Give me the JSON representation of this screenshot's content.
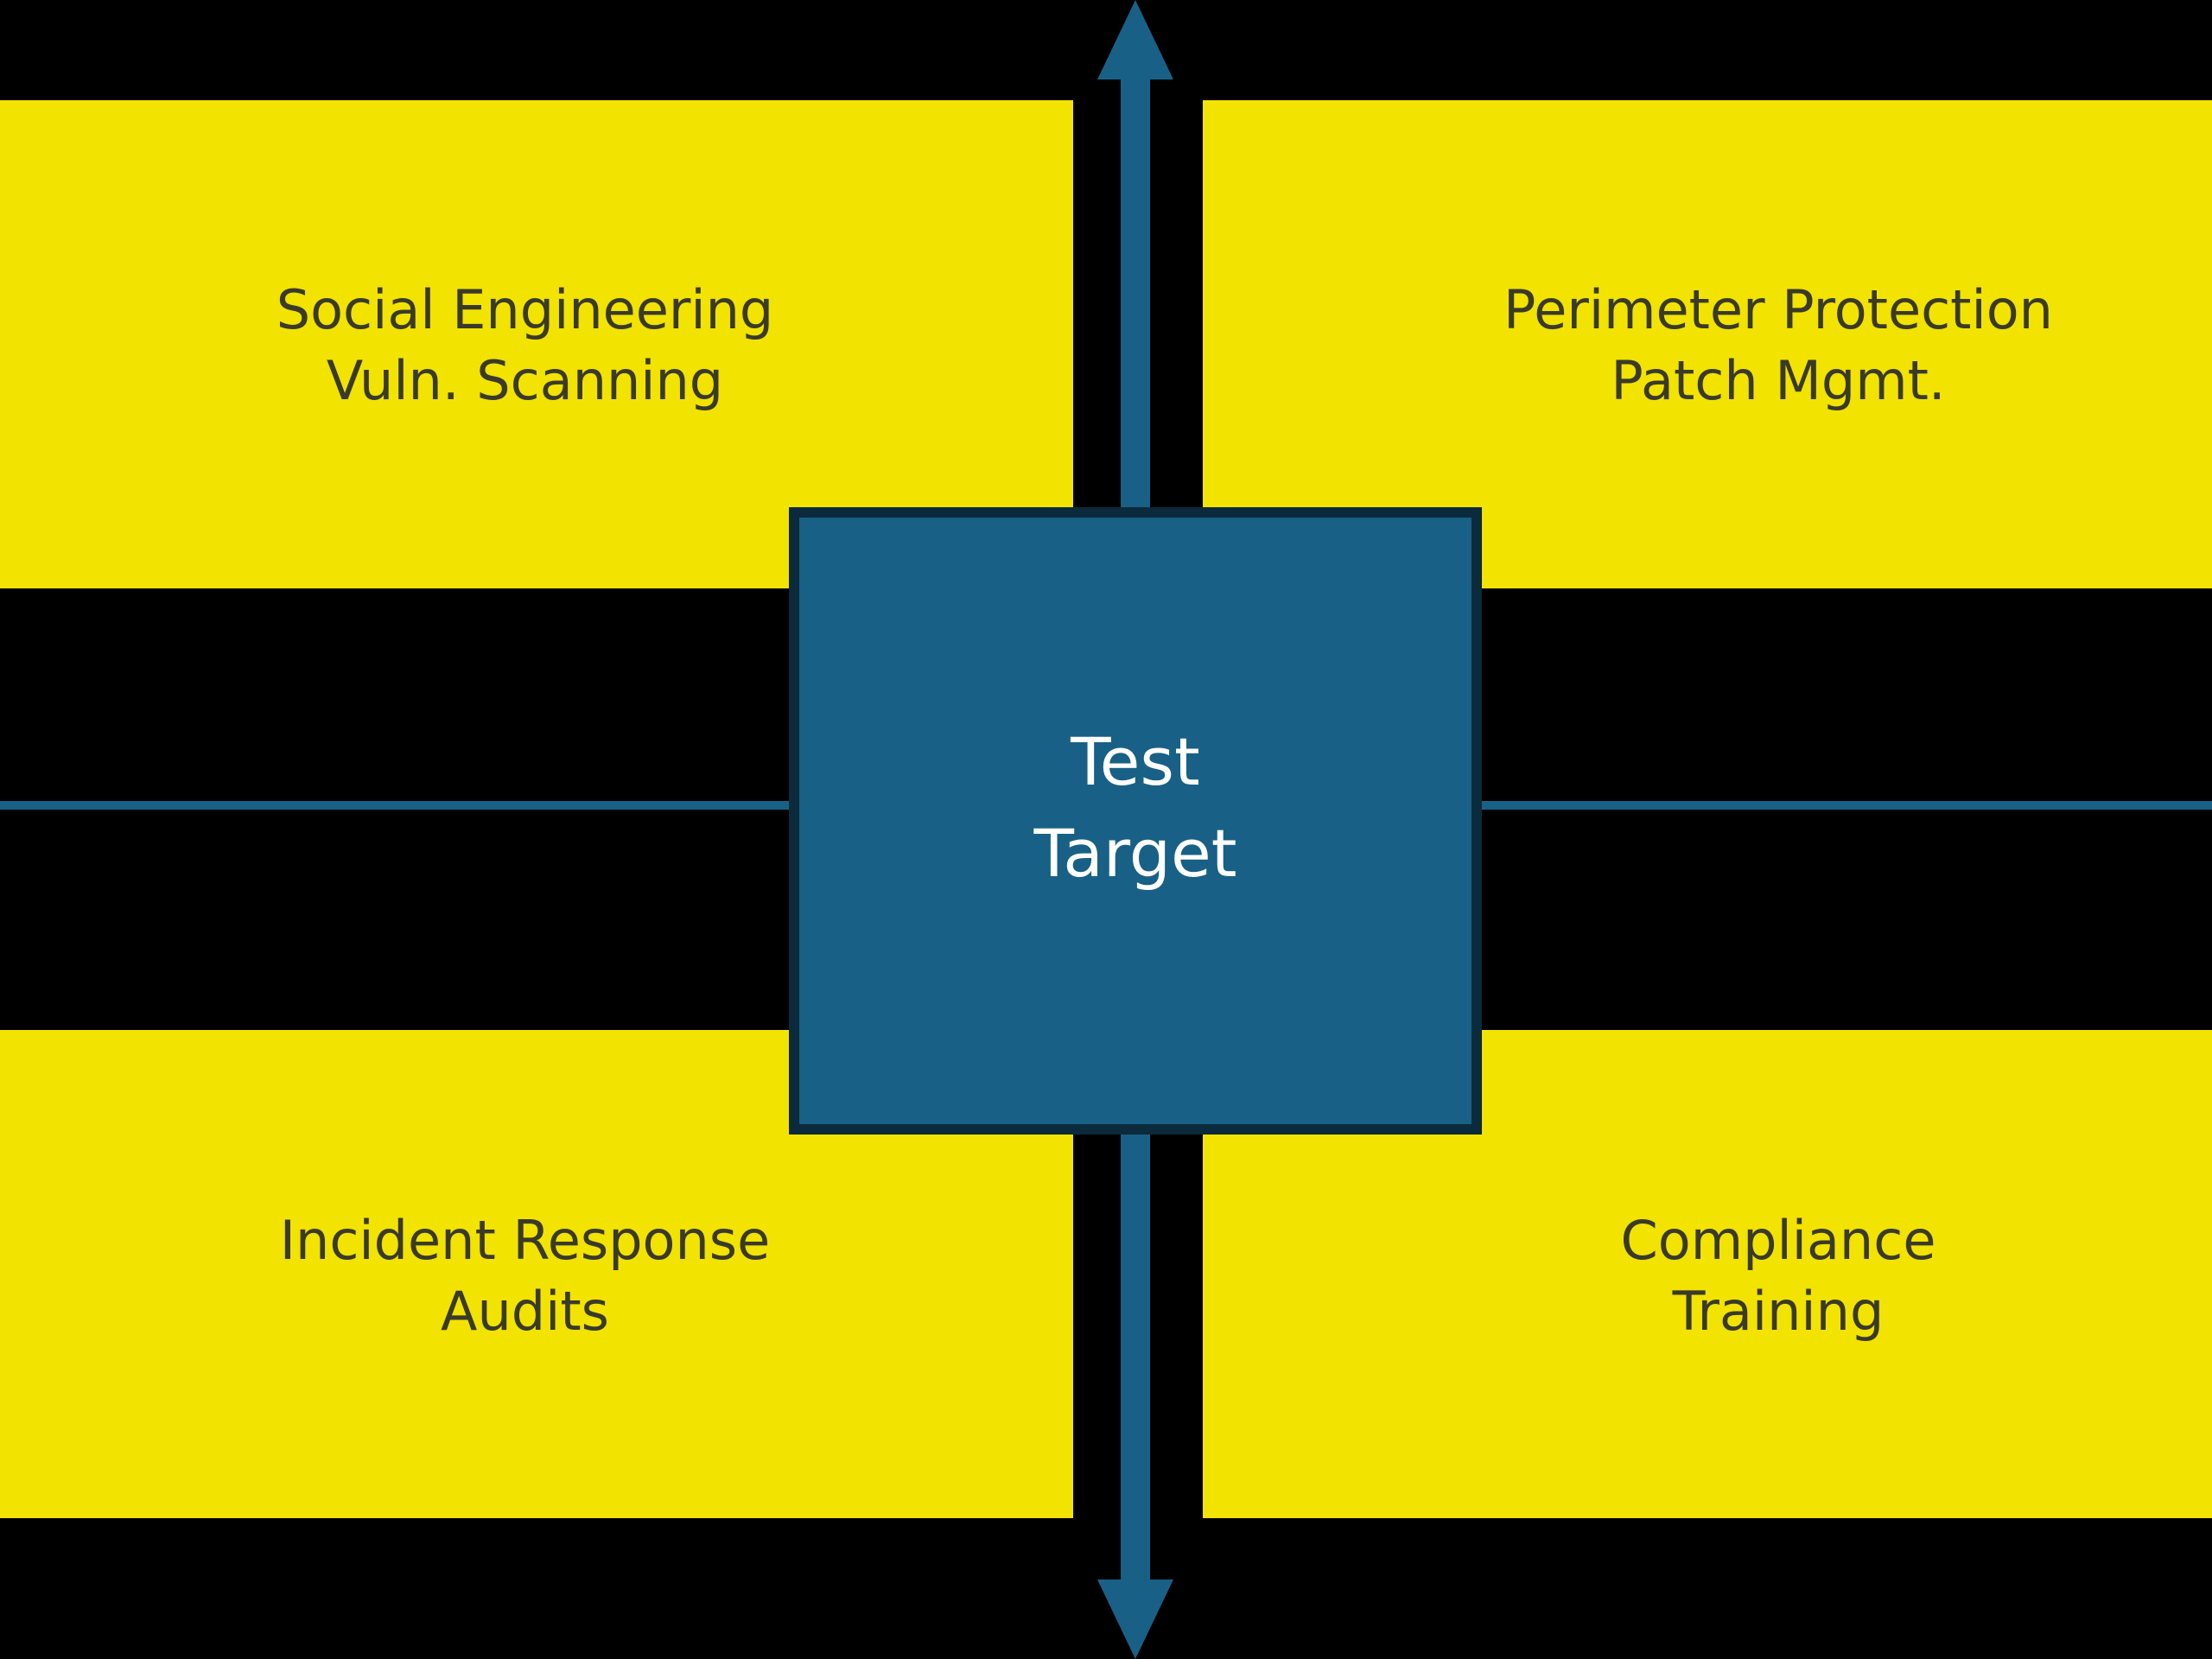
{
  "colors": {
    "background": "#000000",
    "quadrant_fill": "#f2e300",
    "quadrant_text": "#3a3a2a",
    "center_fill": "#186086",
    "center_border": "#0b2a3c",
    "center_text": "#ffffff",
    "axis": "#186086"
  },
  "center": {
    "line1": "Test",
    "line2": "Target"
  },
  "quadrants": {
    "top_left": {
      "line1": "Social Engineering",
      "line2": "Vuln. Scanning"
    },
    "top_right": {
      "line1": "Perimeter Protection",
      "line2": "Patch Mgmt."
    },
    "bottom_left": {
      "line1": "Incident Response",
      "line2": "Audits"
    },
    "bottom_right": {
      "line1": "Compliance",
      "line2": "Training"
    }
  },
  "icons": {
    "vertical_axis": "double-headed-arrow-icon",
    "horizontal_axis": "axis-line"
  }
}
